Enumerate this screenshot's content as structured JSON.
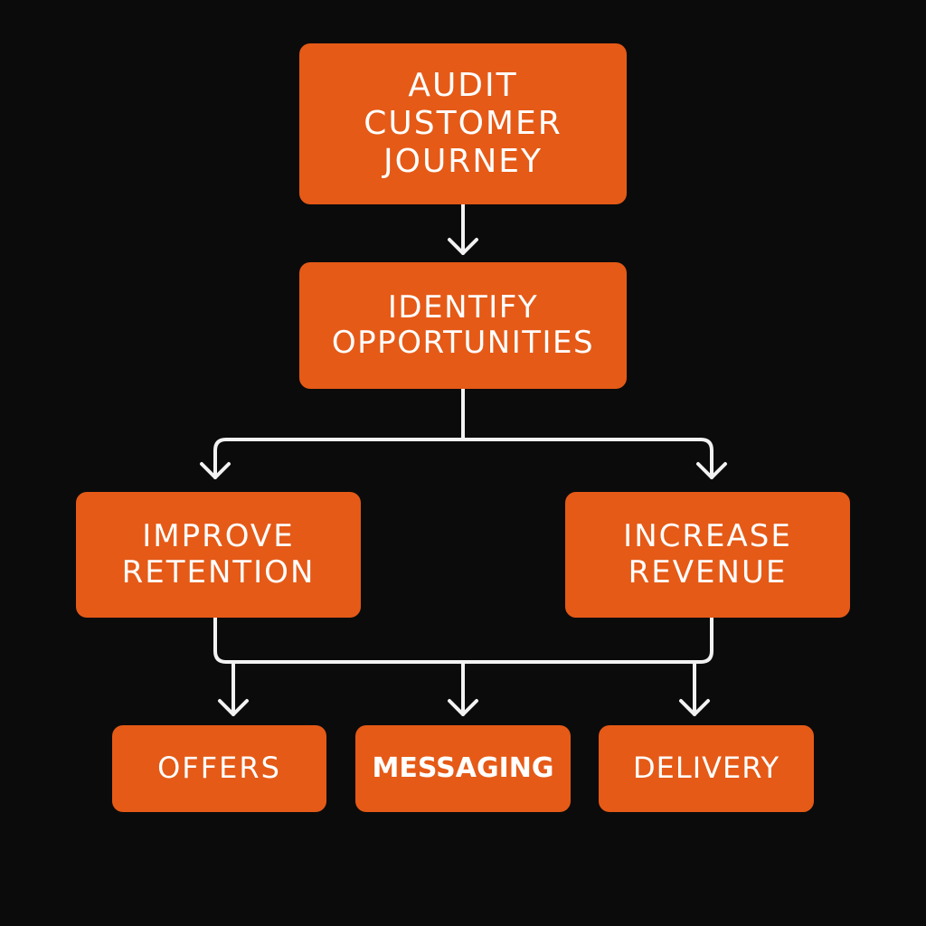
{
  "diagram": {
    "type": "flowchart",
    "colors": {
      "background": "#0b0b0b",
      "node_fill": "#e55a17",
      "node_text": "#ffffff",
      "connector": "#f2f2f2"
    },
    "nodes": {
      "audit": {
        "label": "AUDIT\nCUSTOMER\nJOURNEY"
      },
      "identify": {
        "label": "IDENTIFY\nOPPORTUNITIES"
      },
      "retention": {
        "label": "IMPROVE\nRETENTION"
      },
      "revenue": {
        "label": "INCREASE\nREVENUE"
      },
      "offers": {
        "label": "OFFERS"
      },
      "messaging": {
        "label": "MESSAGING"
      },
      "delivery": {
        "label": "DELIVERY"
      }
    },
    "edges": [
      {
        "from": "audit",
        "to": "identify"
      },
      {
        "from": "identify",
        "to": "retention"
      },
      {
        "from": "identify",
        "to": "revenue"
      },
      {
        "from": "retention",
        "to": "offers"
      },
      {
        "from": "retention",
        "to": "messaging"
      },
      {
        "from": "retention",
        "to": "delivery"
      },
      {
        "from": "revenue",
        "to": "offers"
      },
      {
        "from": "revenue",
        "to": "messaging"
      },
      {
        "from": "revenue",
        "to": "delivery"
      }
    ]
  }
}
